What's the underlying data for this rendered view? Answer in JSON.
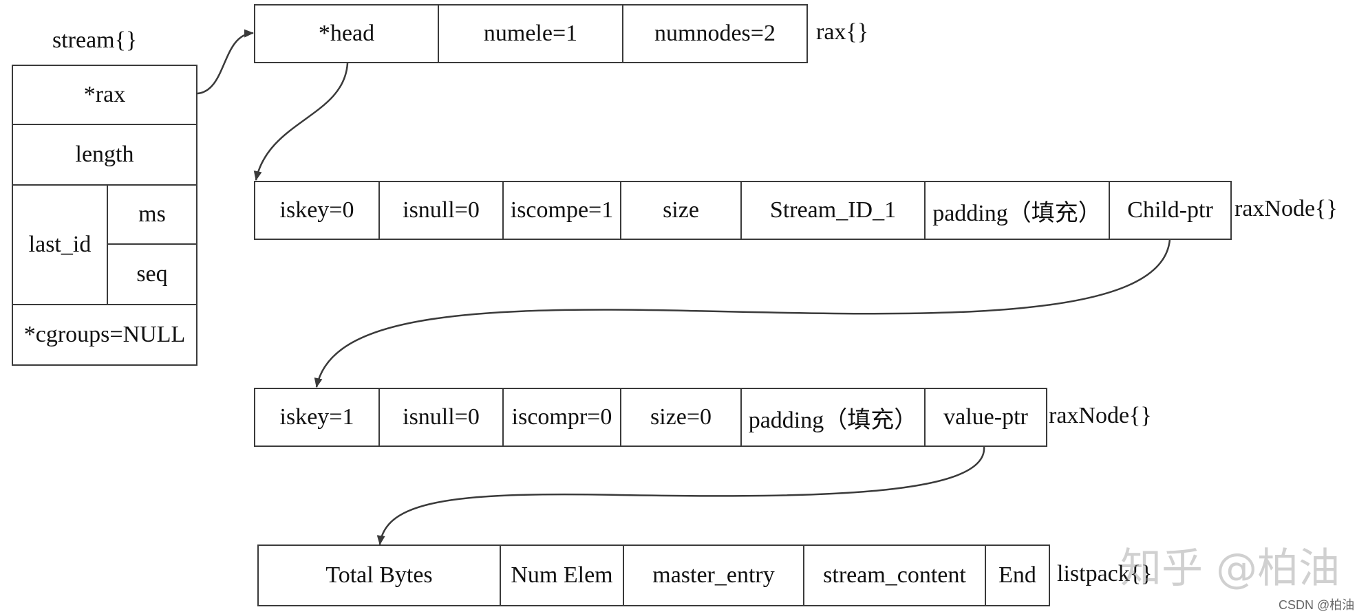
{
  "stream": {
    "label": "stream{}",
    "rax": "*rax",
    "length": "length",
    "last_id": "last_id",
    "ms": "ms",
    "seq": "seq",
    "cgroups": "*cgroups=NULL"
  },
  "rax": {
    "label": "rax{}",
    "fields": [
      "*head",
      "numele=1",
      "numnodes=2"
    ]
  },
  "rax_node_1": {
    "label": "raxNode{}",
    "fields": [
      "iskey=0",
      "isnull=0",
      "iscompe=1",
      "size",
      "Stream_ID_1",
      "padding（填充）",
      "Child-ptr"
    ]
  },
  "rax_node_2": {
    "label": "raxNode{}",
    "fields": [
      "iskey=1",
      "isnull=0",
      "iscompr=0",
      "size=0",
      "padding（填充）",
      "value-ptr"
    ]
  },
  "listpack": {
    "label": "listpack{}",
    "fields": [
      "Total Bytes",
      "Num Elem",
      "master_entry",
      "stream_content",
      "End"
    ]
  },
  "watermark": "知乎 @柏油",
  "credit": "CSDN @柏油",
  "colors": {
    "line": "#3a3a3a",
    "text": "#111111",
    "watermark": "#969696"
  }
}
